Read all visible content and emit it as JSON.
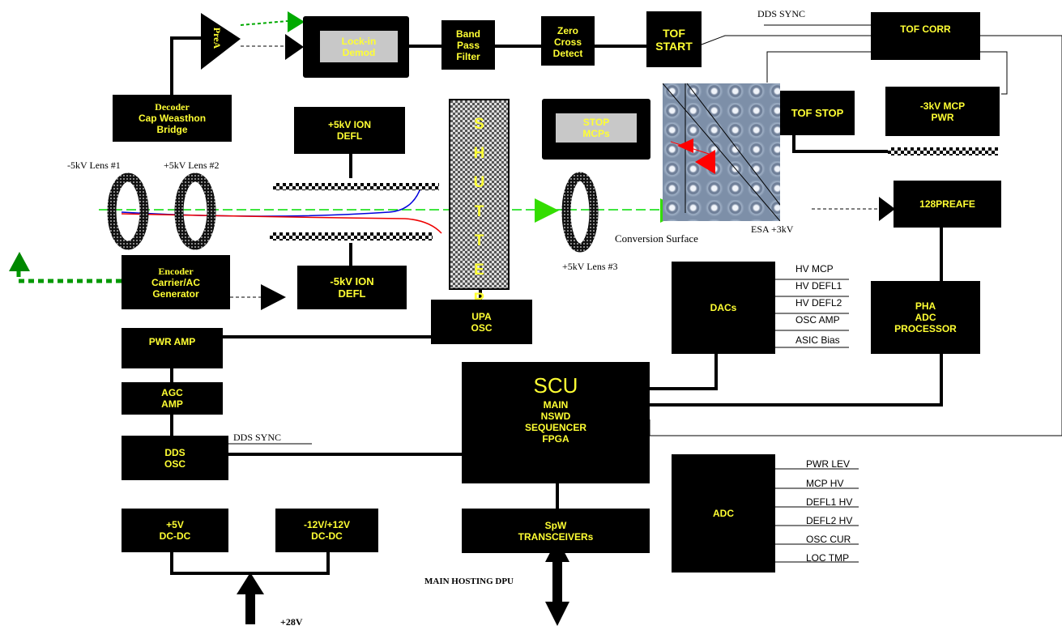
{
  "diagram": {
    "blocks": {
      "prea": "PreA",
      "lockin": [
        "Lock-in",
        "Demod"
      ],
      "bandpass": [
        "Band",
        "Pass",
        "Filter"
      ],
      "zerocross": [
        "Zero",
        "Cross",
        "Detect"
      ],
      "tofstart": [
        "TOF",
        "START"
      ],
      "tofcorr": "TOF CORR",
      "decoder": [
        "Decoder",
        "Cap Weasthon",
        "Bridge"
      ],
      "ion_defl_pos": [
        "+5kV ION",
        "DEFL"
      ],
      "ion_defl_neg": [
        "-5kV ION",
        "DEFL"
      ],
      "shutter": [
        "S",
        "H",
        "U",
        "T",
        "T",
        "E",
        "R"
      ],
      "stop_mcps": [
        "STOP",
        "MCPs"
      ],
      "tofstop": "TOF STOP",
      "mcp_pwr": [
        "-3kV MCP",
        "PWR"
      ],
      "preafe": "128PREAFE",
      "encoder": [
        "Encoder",
        "Carrier/AC",
        "Generator"
      ],
      "upa": [
        "UPA",
        "OSC"
      ],
      "dacs": "DACs",
      "pha": [
        "PHA",
        "ADC",
        "PROCESSOR"
      ],
      "pwramp": "PWR AMP",
      "agc": [
        "AGC",
        "AMP"
      ],
      "dds": [
        "DDS",
        "OSC"
      ],
      "scu_title": "SCU",
      "scu": [
        "MAIN",
        "NSWD",
        "SEQUENCER",
        "FPGA"
      ],
      "spw": [
        "SpW",
        "TRANSCEIVERs"
      ],
      "dcdc5": [
        "+5V",
        "DC-DC"
      ],
      "dcdc12": [
        "-12V/+12V",
        "DC-DC"
      ],
      "adc": "ADC"
    },
    "labels": {
      "lens1": "-5kV Lens #1",
      "lens2": "+5kV Lens #2",
      "lens3": "+5kV Lens #3",
      "conversion": "Conversion  Surface",
      "esa": "ESA +3kV",
      "dds_sync_top": "DDS  SYNC",
      "dds_sync_bottom": "DDS  SYNC",
      "main_hosting": "MAIN HOSTING DPU",
      "v28": "+28V"
    },
    "dac_outputs": [
      "HV MCP",
      "HV DEFL1",
      "HV DEFL2",
      "OSC AMP",
      "ASIC Bias"
    ],
    "adc_inputs": [
      "PWR LEV",
      "MCP HV",
      "DEFL1 HV",
      "DEFL2 HV",
      "OSC CUR",
      "LOC TMP"
    ],
    "colors": {
      "block_fill": "#000000",
      "block_text": "#ffff33",
      "arrow_green": "#00bb00",
      "arrow_red": "#ff0000",
      "beam_blue": "#0000dd"
    }
  }
}
